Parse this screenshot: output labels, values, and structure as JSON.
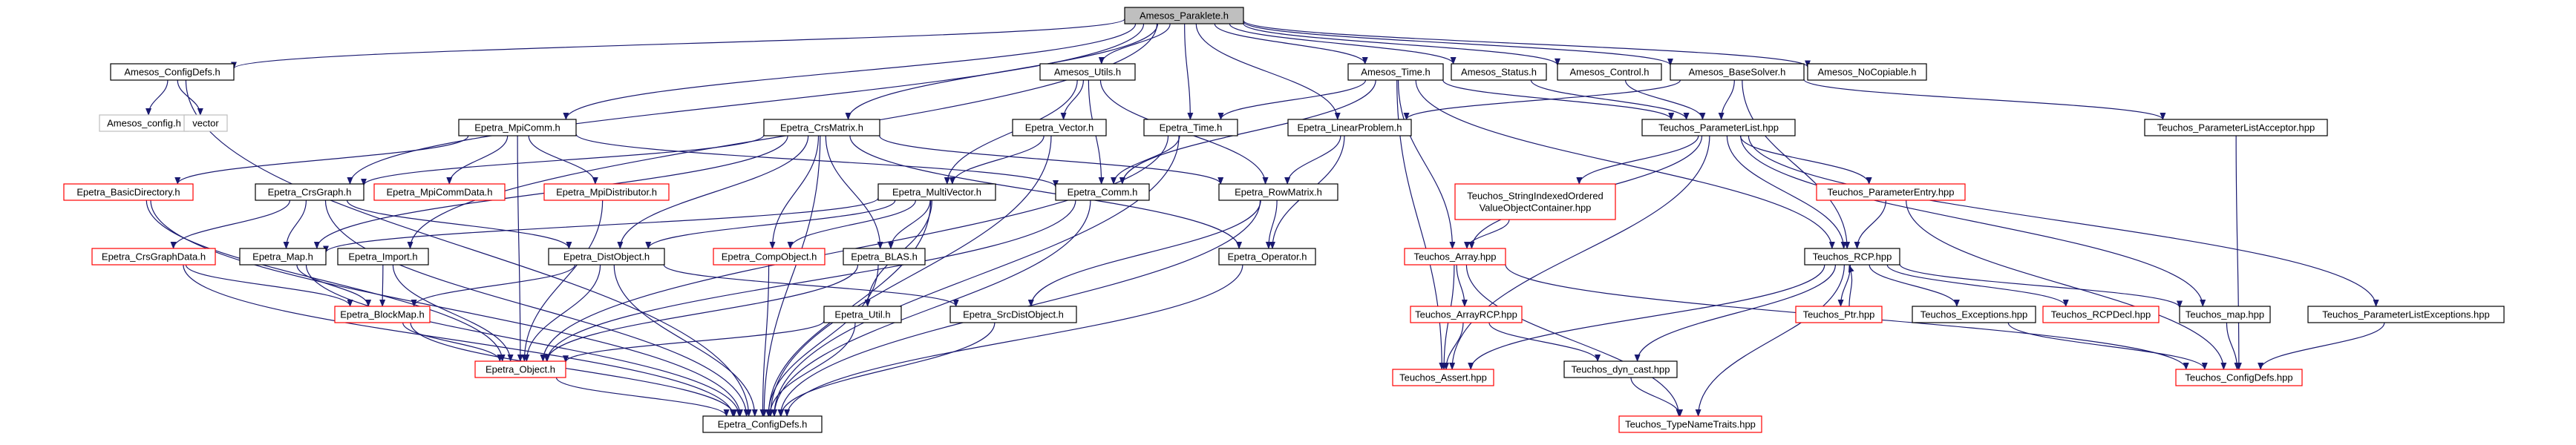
{
  "colors": {
    "edge": "#191970",
    "root_fill": "#bfbfbf",
    "node_border": "#000000",
    "missing_border": "#ff0000",
    "system_border": "#bfbfbf",
    "background": "#ffffff"
  },
  "nodes": [
    {
      "id": "amesos_paraklete_h",
      "label": "Amesos_Paraklete.h",
      "kind": "root"
    },
    {
      "id": "amesos_configdefs_h",
      "label": "Amesos_ConfigDefs.h",
      "kind": "normal"
    },
    {
      "id": "amesos_config_h",
      "label": "Amesos_config.h",
      "kind": "system"
    },
    {
      "id": "vector",
      "label": "vector",
      "kind": "system"
    },
    {
      "id": "epetra_mpicomm_h",
      "label": "Epetra_MpiComm.h",
      "kind": "normal"
    },
    {
      "id": "epetra_crsmatrix_h",
      "label": "Epetra_CrsMatrix.h",
      "kind": "normal"
    },
    {
      "id": "amesos_utils_h",
      "label": "Amesos_Utils.h",
      "kind": "normal"
    },
    {
      "id": "amesos_time_h",
      "label": "Amesos_Time.h",
      "kind": "normal"
    },
    {
      "id": "amesos_status_h",
      "label": "Amesos_Status.h",
      "kind": "normal"
    },
    {
      "id": "amesos_control_h",
      "label": "Amesos_Control.h",
      "kind": "normal"
    },
    {
      "id": "amesos_basesolver_h",
      "label": "Amesos_BaseSolver.h",
      "kind": "normal"
    },
    {
      "id": "amesos_nocopiable_h",
      "label": "Amesos_NoCopiable.h",
      "kind": "normal"
    },
    {
      "id": "epetra_vector_h",
      "label": "Epetra_Vector.h",
      "kind": "normal"
    },
    {
      "id": "epetra_time_h",
      "label": "Epetra_Time.h",
      "kind": "normal"
    },
    {
      "id": "epetra_linearproblem_h",
      "label": "Epetra_LinearProblem.h",
      "kind": "normal"
    },
    {
      "id": "teuchos_parameterlist_hpp",
      "label": "Teuchos_ParameterList.hpp",
      "kind": "normal"
    },
    {
      "id": "teuchos_parameterlistacceptor_hpp",
      "label": "Teuchos_ParameterListAcceptor.hpp",
      "kind": "normal"
    },
    {
      "id": "epetra_basicdirectory_h",
      "label": "Epetra_BasicDirectory.h",
      "kind": "missing"
    },
    {
      "id": "epetra_crsgraph_h",
      "label": "Epetra_CrsGraph.h",
      "kind": "normal"
    },
    {
      "id": "epetra_mpicommdata_h",
      "label": "Epetra_MpiCommData.h",
      "kind": "missing"
    },
    {
      "id": "epetra_mpidistributor_h",
      "label": "Epetra_MpiDistributor.h",
      "kind": "missing"
    },
    {
      "id": "epetra_multivector_h",
      "label": "Epetra_MultiVector.h",
      "kind": "normal"
    },
    {
      "id": "epetra_comm_h",
      "label": "Epetra_Comm.h",
      "kind": "normal"
    },
    {
      "id": "epetra_rowmatrix_h",
      "label": "Epetra_RowMatrix.h",
      "kind": "normal"
    },
    {
      "id": "teuchos_stringindexed_hpp",
      "label_lines": [
        "Teuchos_StringIndexedOrdered",
        "ValueObjectContainer.hpp"
      ],
      "kind": "missing"
    },
    {
      "id": "teuchos_parameterentry_hpp",
      "label": "Teuchos_ParameterEntry.hpp",
      "kind": "missing"
    },
    {
      "id": "epetra_crsgraphdata_h",
      "label": "Epetra_CrsGraphData.h",
      "kind": "missing"
    },
    {
      "id": "epetra_map_h",
      "label": "Epetra_Map.h",
      "kind": "normal"
    },
    {
      "id": "epetra_import_h",
      "label": "Epetra_Import.h",
      "kind": "normal"
    },
    {
      "id": "epetra_distobject_h",
      "label": "Epetra_DistObject.h",
      "kind": "normal"
    },
    {
      "id": "epetra_compobject_h",
      "label": "Epetra_CompObject.h",
      "kind": "missing"
    },
    {
      "id": "epetra_blas_h",
      "label": "Epetra_BLAS.h",
      "kind": "normal"
    },
    {
      "id": "epetra_operator_h",
      "label": "Epetra_Operator.h",
      "kind": "normal"
    },
    {
      "id": "teuchos_array_hpp",
      "label": "Teuchos_Array.hpp",
      "kind": "missing"
    },
    {
      "id": "teuchos_rcp_hpp",
      "label": "Teuchos_RCP.hpp",
      "kind": "normal"
    },
    {
      "id": "epetra_blockmap_h",
      "label": "Epetra_BlockMap.h",
      "kind": "missing"
    },
    {
      "id": "epetra_util_h",
      "label": "Epetra_Util.h",
      "kind": "normal"
    },
    {
      "id": "epetra_srcdistobject_h",
      "label": "Epetra_SrcDistObject.h",
      "kind": "normal"
    },
    {
      "id": "teuchos_arrayrcp_hpp",
      "label": "Teuchos_ArrayRCP.hpp",
      "kind": "missing"
    },
    {
      "id": "teuchos_ptr_hpp",
      "label": "Teuchos_Ptr.hpp",
      "kind": "missing"
    },
    {
      "id": "teuchos_exceptions_hpp",
      "label": "Teuchos_Exceptions.hpp",
      "kind": "normal"
    },
    {
      "id": "teuchos_rcpdecl_hpp",
      "label": "Teuchos_RCPDecl.hpp",
      "kind": "missing"
    },
    {
      "id": "teuchos_map_hpp",
      "label": "Teuchos_map.hpp",
      "kind": "normal"
    },
    {
      "id": "teuchos_parameterlistexceptions_hpp",
      "label": "Teuchos_ParameterListExceptions.hpp",
      "kind": "normal"
    },
    {
      "id": "epetra_object_h",
      "label": "Epetra_Object.h",
      "kind": "missing"
    },
    {
      "id": "teuchos_assert_hpp",
      "label": "Teuchos_Assert.hpp",
      "kind": "missing"
    },
    {
      "id": "teuchos_dyn_cast_hpp",
      "label": "Teuchos_dyn_cast.hpp",
      "kind": "normal"
    },
    {
      "id": "teuchos_configdefs_hpp",
      "label": "Teuchos_ConfigDefs.hpp",
      "kind": "missing"
    },
    {
      "id": "epetra_configdefs_h",
      "label": "Epetra_ConfigDefs.h",
      "kind": "normal"
    },
    {
      "id": "teuchos_typenametraits_hpp",
      "label": "Teuchos_TypeNameTraits.hpp",
      "kind": "missing"
    }
  ],
  "edges": [
    [
      "amesos_paraklete_h",
      "amesos_configdefs_h"
    ],
    [
      "amesos_paraklete_h",
      "epetra_crsgraph_h"
    ],
    [
      "amesos_paraklete_h",
      "epetra_import_h"
    ],
    [
      "amesos_paraklete_h",
      "epetra_mpicomm_h"
    ],
    [
      "amesos_paraklete_h",
      "epetra_crsmatrix_h"
    ],
    [
      "amesos_paraklete_h",
      "amesos_utils_h"
    ],
    [
      "amesos_paraklete_h",
      "epetra_time_h"
    ],
    [
      "amesos_paraklete_h",
      "epetra_linearproblem_h"
    ],
    [
      "amesos_paraklete_h",
      "amesos_time_h"
    ],
    [
      "amesos_paraklete_h",
      "amesos_status_h"
    ],
    [
      "amesos_paraklete_h",
      "amesos_control_h"
    ],
    [
      "amesos_paraklete_h",
      "amesos_basesolver_h"
    ],
    [
      "amesos_paraklete_h",
      "amesos_nocopiable_h"
    ],
    [
      "amesos_configdefs_h",
      "amesos_config_h"
    ],
    [
      "amesos_configdefs_h",
      "vector"
    ],
    [
      "amesos_configdefs_h",
      "epetra_configdefs_h"
    ],
    [
      "epetra_mpicomm_h",
      "epetra_basicdirectory_h"
    ],
    [
      "epetra_mpicomm_h",
      "epetra_mpicommdata_h"
    ],
    [
      "epetra_mpicomm_h",
      "epetra_mpidistributor_h"
    ],
    [
      "epetra_mpicomm_h",
      "epetra_comm_h"
    ],
    [
      "epetra_mpicomm_h",
      "epetra_object_h"
    ],
    [
      "epetra_crsmatrix_h",
      "epetra_crsgraph_h"
    ],
    [
      "epetra_crsmatrix_h",
      "epetra_map_h"
    ],
    [
      "epetra_crsmatrix_h",
      "epetra_distobject_h"
    ],
    [
      "epetra_crsmatrix_h",
      "epetra_compobject_h"
    ],
    [
      "epetra_crsmatrix_h",
      "epetra_blas_h"
    ],
    [
      "epetra_crsmatrix_h",
      "epetra_rowmatrix_h"
    ],
    [
      "epetra_crsmatrix_h",
      "epetra_operator_h"
    ],
    [
      "epetra_crsmatrix_h",
      "epetra_configdefs_h"
    ],
    [
      "amesos_utils_h",
      "epetra_vector_h"
    ],
    [
      "amesos_utils_h",
      "epetra_multivector_h"
    ],
    [
      "amesos_utils_h",
      "epetra_comm_h"
    ],
    [
      "amesos_utils_h",
      "epetra_rowmatrix_h"
    ],
    [
      "amesos_time_h",
      "epetra_time_h"
    ],
    [
      "amesos_time_h",
      "epetra_comm_h"
    ],
    [
      "amesos_time_h",
      "teuchos_parameterlist_hpp"
    ],
    [
      "amesos_time_h",
      "teuchos_array_hpp"
    ],
    [
      "amesos_time_h",
      "teuchos_rcp_hpp"
    ],
    [
      "amesos_time_h",
      "teuchos_assert_hpp"
    ],
    [
      "amesos_status_h",
      "teuchos_parameterlist_hpp"
    ],
    [
      "amesos_control_h",
      "teuchos_parameterlist_hpp"
    ],
    [
      "amesos_basesolver_h",
      "epetra_linearproblem_h"
    ],
    [
      "amesos_basesolver_h",
      "teuchos_parameterlist_hpp"
    ],
    [
      "amesos_basesolver_h",
      "teuchos_parameterlistacceptor_hpp"
    ],
    [
      "amesos_basesolver_h",
      "teuchos_rcp_hpp"
    ],
    [
      "epetra_vector_h",
      "epetra_multivector_h"
    ],
    [
      "epetra_vector_h",
      "epetra_configdefs_h"
    ],
    [
      "epetra_time_h",
      "epetra_comm_h"
    ],
    [
      "epetra_time_h",
      "epetra_object_h"
    ],
    [
      "epetra_time_h",
      "epetra_configdefs_h"
    ],
    [
      "epetra_linearproblem_h",
      "epetra_rowmatrix_h"
    ],
    [
      "epetra_linearproblem_h",
      "epetra_operator_h"
    ],
    [
      "teuchos_parameterlist_hpp",
      "teuchos_stringindexed_hpp"
    ],
    [
      "teuchos_parameterlist_hpp",
      "teuchos_parameterentry_hpp"
    ],
    [
      "teuchos_parameterlist_hpp",
      "teuchos_array_hpp"
    ],
    [
      "teuchos_parameterlist_hpp",
      "teuchos_rcp_hpp"
    ],
    [
      "teuchos_parameterlist_hpp",
      "teuchos_map_hpp"
    ],
    [
      "teuchos_parameterlist_hpp",
      "teuchos_parameterlistexceptions_hpp"
    ],
    [
      "teuchos_parameterlist_hpp",
      "teuchos_assert_hpp"
    ],
    [
      "teuchos_parameterlistacceptor_hpp",
      "teuchos_configdefs_hpp"
    ],
    [
      "epetra_basicdirectory_h",
      "epetra_object_h"
    ],
    [
      "epetra_basicdirectory_h",
      "epetra_configdefs_h"
    ],
    [
      "epetra_crsgraph_h",
      "epetra_crsgraphdata_h"
    ],
    [
      "epetra_crsgraph_h",
      "epetra_map_h"
    ],
    [
      "epetra_crsgraph_h",
      "epetra_distobject_h"
    ],
    [
      "epetra_crsgraph_h",
      "epetra_configdefs_h"
    ],
    [
      "epetra_mpidistributor_h",
      "epetra_object_h"
    ],
    [
      "epetra_multivector_h",
      "epetra_map_h"
    ],
    [
      "epetra_multivector_h",
      "epetra_distobject_h"
    ],
    [
      "epetra_multivector_h",
      "epetra_compobject_h"
    ],
    [
      "epetra_multivector_h",
      "epetra_blas_h"
    ],
    [
      "epetra_multivector_h",
      "epetra_util_h"
    ],
    [
      "epetra_multivector_h",
      "epetra_configdefs_h"
    ],
    [
      "epetra_comm_h",
      "epetra_object_h"
    ],
    [
      "epetra_comm_h",
      "epetra_configdefs_h"
    ],
    [
      "epetra_rowmatrix_h",
      "epetra_operator_h"
    ],
    [
      "epetra_rowmatrix_h",
      "epetra_srcdistobject_h"
    ],
    [
      "epetra_rowmatrix_h",
      "epetra_configdefs_h"
    ],
    [
      "teuchos_stringindexed_hpp",
      "teuchos_array_hpp"
    ],
    [
      "teuchos_parameterentry_hpp",
      "teuchos_rcp_hpp"
    ],
    [
      "teuchos_parameterentry_hpp",
      "teuchos_configdefs_hpp"
    ],
    [
      "epetra_crsgraphdata_h",
      "epetra_blockmap_h"
    ],
    [
      "epetra_crsgraphdata_h",
      "epetra_configdefs_h"
    ],
    [
      "epetra_map_h",
      "epetra_blockmap_h"
    ],
    [
      "epetra_map_h",
      "epetra_configdefs_h"
    ],
    [
      "epetra_import_h",
      "epetra_blockmap_h"
    ],
    [
      "epetra_import_h",
      "epetra_object_h"
    ],
    [
      "epetra_distobject_h",
      "epetra_blockmap_h"
    ],
    [
      "epetra_distobject_h",
      "epetra_srcdistobject_h"
    ],
    [
      "epetra_distobject_h",
      "epetra_object_h"
    ],
    [
      "epetra_distobject_h",
      "epetra_configdefs_h"
    ],
    [
      "epetra_compobject_h",
      "epetra_configdefs_h"
    ],
    [
      "epetra_blas_h",
      "epetra_object_h"
    ],
    [
      "epetra_blas_h",
      "epetra_configdefs_h"
    ],
    [
      "epetra_operator_h",
      "epetra_configdefs_h"
    ],
    [
      "teuchos_array_hpp",
      "teuchos_arrayrcp_hpp"
    ],
    [
      "teuchos_array_hpp",
      "teuchos_assert_hpp"
    ],
    [
      "teuchos_array_hpp",
      "teuchos_configdefs_hpp"
    ],
    [
      "teuchos_array_hpp",
      "teuchos_typenametraits_hpp"
    ],
    [
      "teuchos_rcp_hpp",
      "teuchos_ptr_hpp"
    ],
    [
      "teuchos_rcp_hpp",
      "teuchos_exceptions_hpp"
    ],
    [
      "teuchos_rcp_hpp",
      "teuchos_rcpdecl_hpp"
    ],
    [
      "teuchos_rcp_hpp",
      "teuchos_map_hpp"
    ],
    [
      "teuchos_rcp_hpp",
      "teuchos_assert_hpp"
    ],
    [
      "teuchos_rcp_hpp",
      "teuchos_dyn_cast_hpp"
    ],
    [
      "teuchos_rcp_hpp",
      "teuchos_typenametraits_hpp"
    ],
    [
      "teuchos_ptr_hpp",
      "teuchos_rcp_hpp"
    ],
    [
      "epetra_blockmap_h",
      "epetra_object_h"
    ],
    [
      "epetra_blockmap_h",
      "epetra_configdefs_h"
    ],
    [
      "epetra_util_h",
      "epetra_object_h"
    ],
    [
      "epetra_util_h",
      "epetra_configdefs_h"
    ],
    [
      "epetra_srcdistobject_h",
      "epetra_configdefs_h"
    ],
    [
      "teuchos_arrayrcp_hpp",
      "teuchos_assert_hpp"
    ],
    [
      "teuchos_arrayrcp_hpp",
      "teuchos_dyn_cast_hpp"
    ],
    [
      "teuchos_exceptions_hpp",
      "teuchos_configdefs_hpp"
    ],
    [
      "teuchos_map_hpp",
      "teuchos_configdefs_hpp"
    ],
    [
      "teuchos_parameterlistexceptions_hpp",
      "teuchos_configdefs_hpp"
    ],
    [
      "epetra_object_h",
      "epetra_configdefs_h"
    ],
    [
      "teuchos_dyn_cast_hpp",
      "teuchos_typenametraits_hpp"
    ]
  ]
}
